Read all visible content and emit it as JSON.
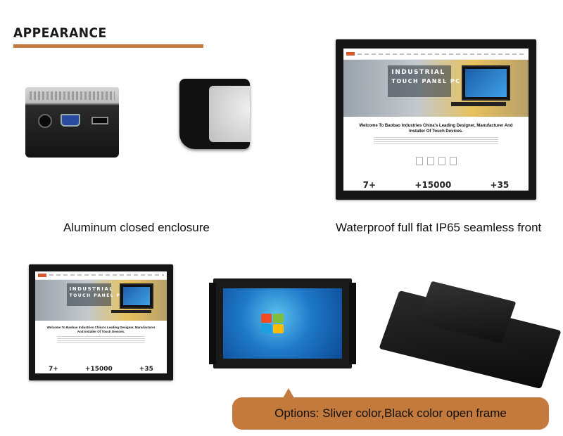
{
  "section_title": "APPEARANCE",
  "colors": {
    "accent": "#c47a3c",
    "text": "#111111"
  },
  "captions": {
    "enclosure": "Aluminum closed enclosure",
    "front": "Waterproof full flat IP65 seamless front"
  },
  "screen_content": {
    "hero_line1": "INDUSTRIAL",
    "hero_line2": "TOUCH PANEL PC",
    "welcome_title": "Welcome To Baobao Industries China's Leading Designer, Manufacturer And Installer Of Touch Devices.",
    "stats": [
      "7+",
      "+15000",
      "+35"
    ]
  },
  "options_text": "Options: Sliver color,Black color open frame"
}
